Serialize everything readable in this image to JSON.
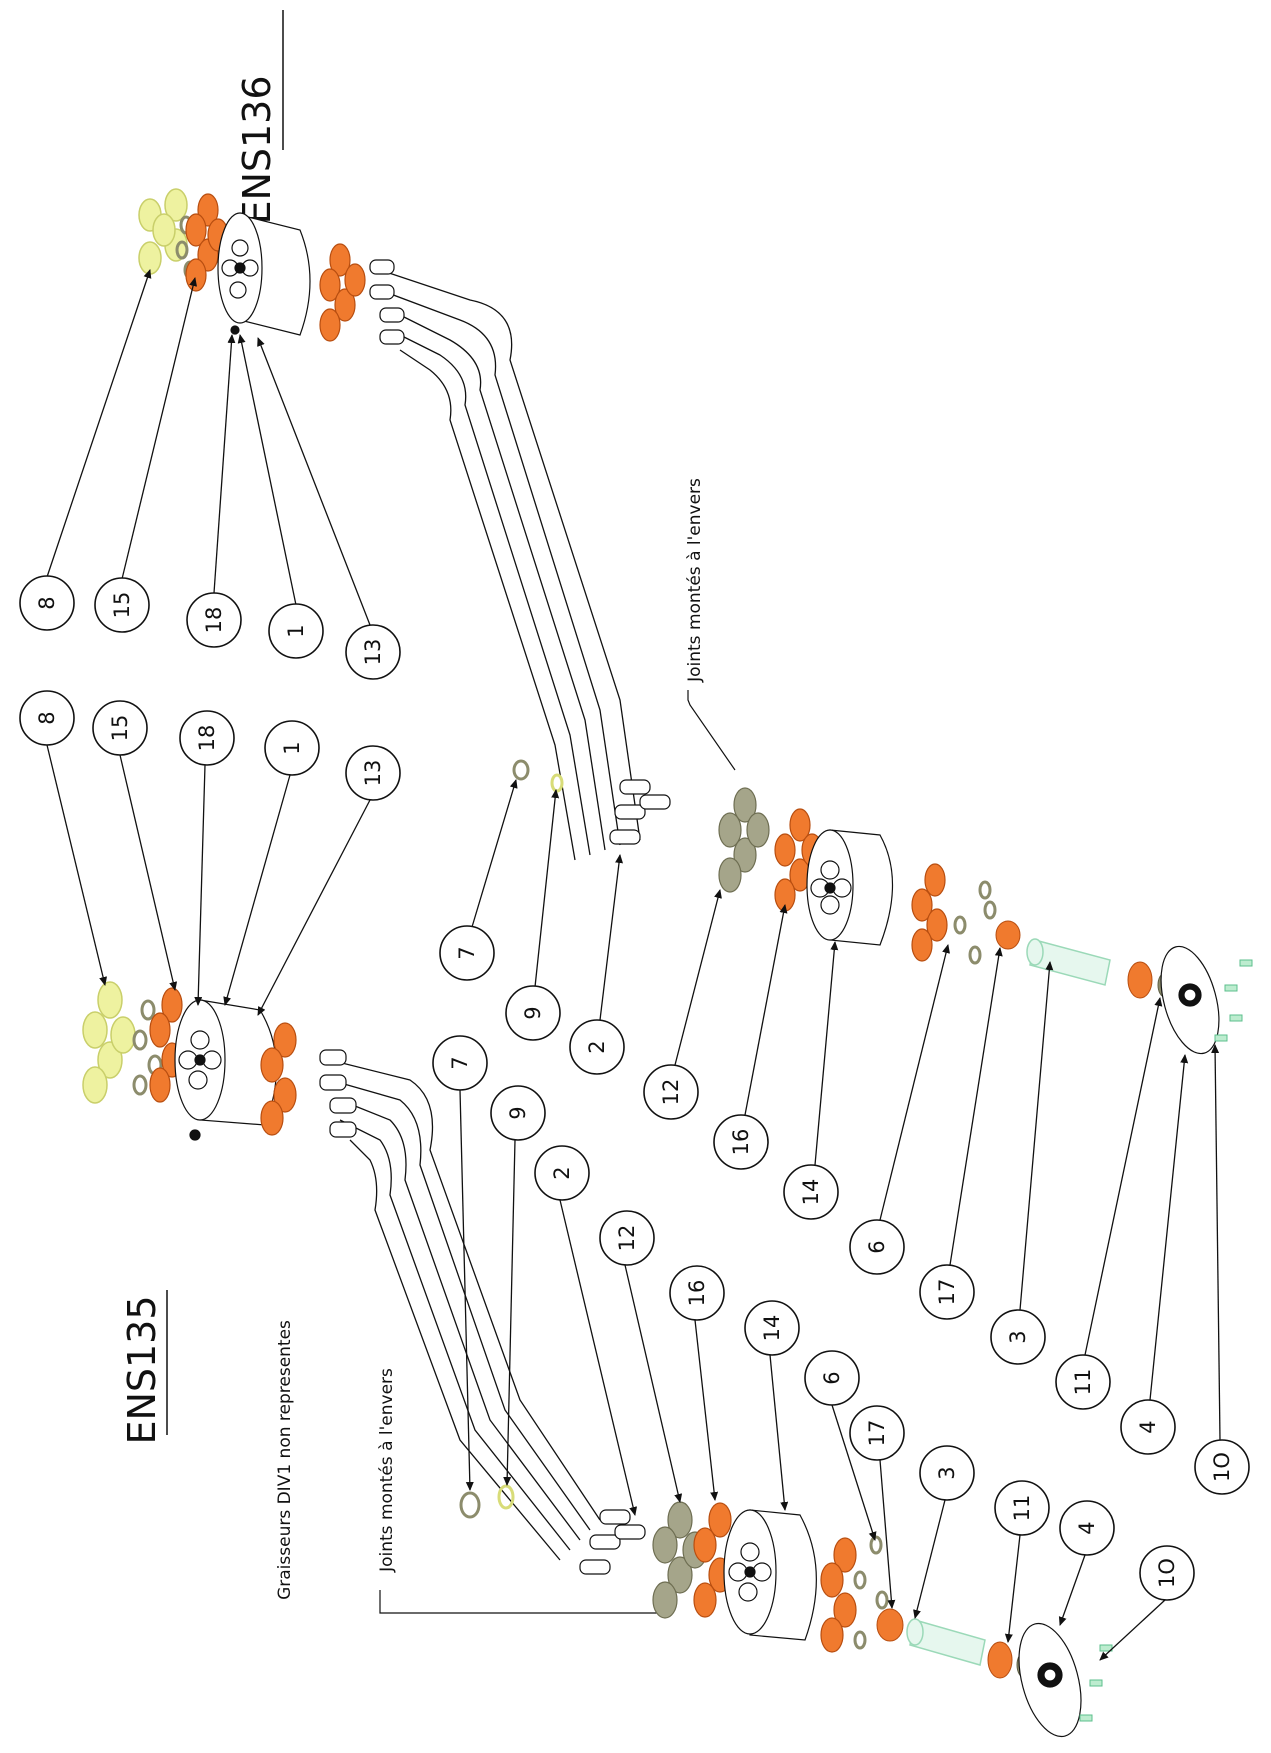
{
  "titles": {
    "ens135": "ENS135",
    "ens136": "ENS136"
  },
  "notes": {
    "graisseurs": "Graisseurs DIV1 non representes",
    "joints_left": "Joints montés à l'envers",
    "joints_right": "Joints montés à l'envers"
  },
  "colors": {
    "orange": "#f07a2e",
    "olive": "#8c8c6c",
    "yellow": "#eef2a0",
    "green": "#9bd9b8",
    "line": "#111111"
  },
  "callouts_ens136": [
    "8",
    "15",
    "18",
    "1",
    "13",
    "7",
    "9",
    "2",
    "12",
    "16",
    "14",
    "6",
    "17",
    "3",
    "11",
    "4",
    "1O"
  ],
  "callouts_ens135": [
    "8",
    "15",
    "18",
    "1",
    "13",
    "7",
    "9",
    "2",
    "12",
    "16",
    "14",
    "6",
    "17",
    "3",
    "11",
    "4",
    "1O"
  ]
}
